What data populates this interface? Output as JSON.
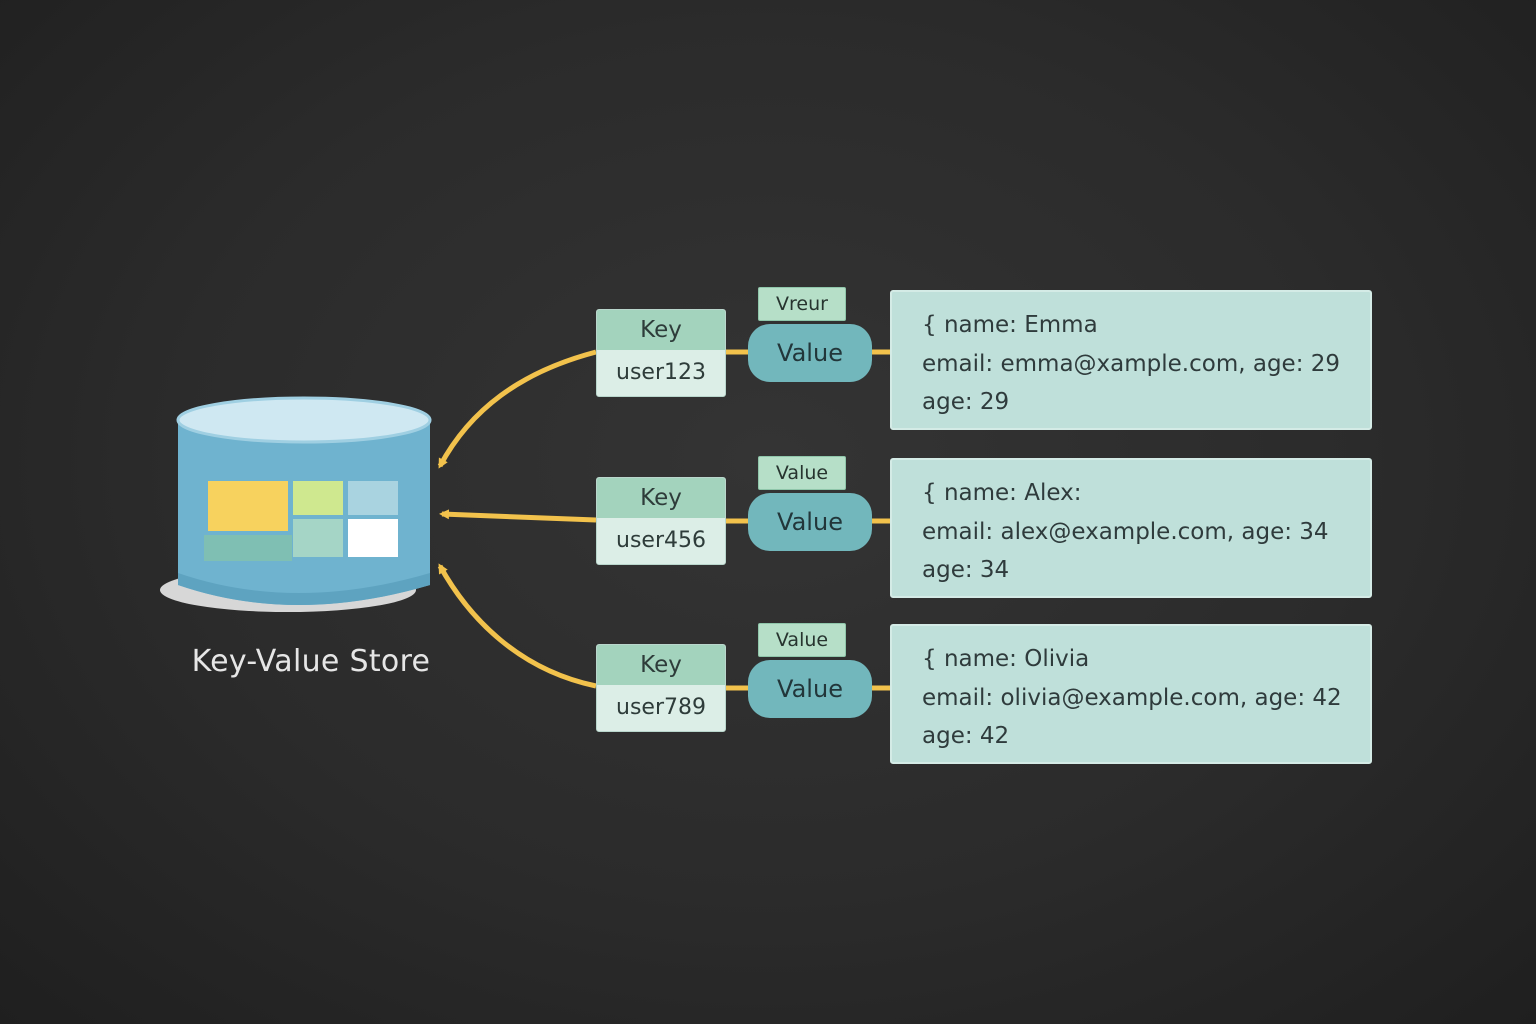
{
  "store": {
    "label": "Key-Value Store",
    "colors": {
      "body": "#6fb3cf",
      "top": "#cfe8f2",
      "tile_yellow": "#f7d25e",
      "tile_lime": "#cfe88f",
      "tile_blue": "#a9d3e0",
      "tile_teal": "#7fbfb3",
      "tile_mint": "#a5d5c6",
      "tile_white": "#ffffff"
    }
  },
  "connector_color": "#f2c24c",
  "entries": [
    {
      "key_header": "Key",
      "key": "user123",
      "tag": "Vreur",
      "value_label": "Value",
      "record": [
        "{ name: Emma",
        "email: emma@xample.com, age: 29",
        "age: 29"
      ]
    },
    {
      "key_header": "Key",
      "key": "user456",
      "tag": "Value",
      "value_label": "Value",
      "record": [
        "{ name: Alex:",
        "email: alex@example.com, age: 34",
        "age: 34"
      ]
    },
    {
      "key_header": "Key",
      "key": "user789",
      "tag": "Value",
      "value_label": "Value",
      "record": [
        "{ name: Olivia",
        "email: olivia@example.com, age: 42",
        "age: 42"
      ]
    }
  ]
}
